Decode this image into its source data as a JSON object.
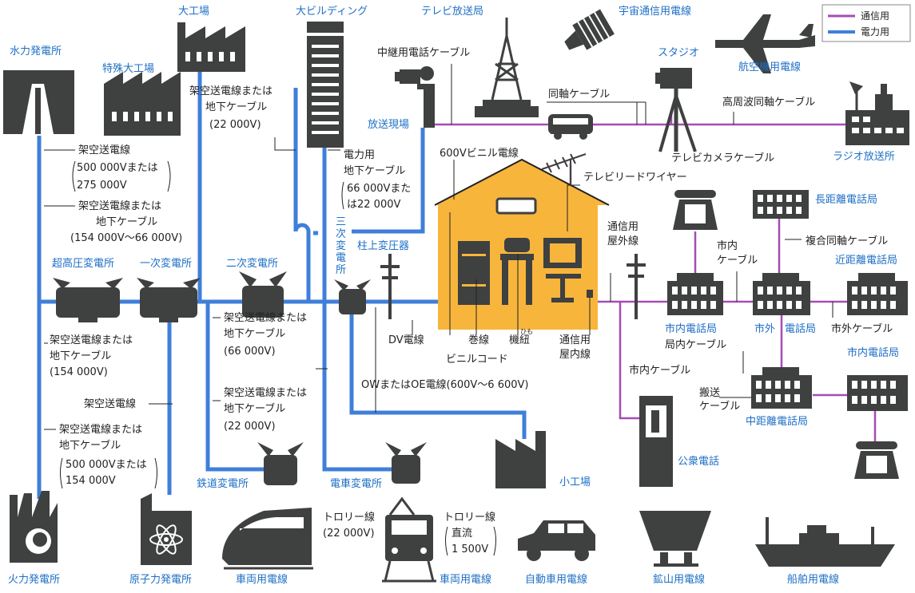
{
  "legend": {
    "comm": "通信用",
    "power": "電力用"
  },
  "colors": {
    "power": "#3f7fd9",
    "comm": "#a64bb6",
    "house": "#f7b53c",
    "icon": "#3f4040",
    "label_blue": "#1e6fc6"
  },
  "facilities": {
    "hydro": "水力発電所",
    "factory_big": "大工場",
    "building": "大ビルディング",
    "tv_station": "テレビ放送局",
    "space": "宇宙通信用電線",
    "studio": "スタジオ",
    "aircraft": "航空機用電線",
    "radio": "ラジオ放送所",
    "special_factory": "特殊大工場",
    "broadcast_site": "放送現場",
    "super_substation": "超高圧変電所",
    "primary_substation": "一次変電所",
    "secondary_substation": "二次変電所",
    "tertiary_substation": "三次変電所",
    "pole_transformer": "柱上変圧器",
    "long_exchange": "長距離電話局",
    "near_exchange": "近距離電話局",
    "city_exchange1": "市内電話局",
    "outer_exchange_a": "市外",
    "outer_exchange_b": "電話局",
    "city_exchange2": "市内電話局",
    "mid_exchange": "中距離電話局",
    "railway_substation": "鉄道変電所",
    "tram_substation": "電車変電所",
    "small_factory": "小工場",
    "public_phone": "公衆電話",
    "thermal": "火力発電所",
    "nuclear": "原子力発電所",
    "vehicle1": "車両用電線",
    "vehicle2": "車両用電線",
    "car": "自動車用電線",
    "mine": "鉱山用電線",
    "ship": "船舶用電線"
  },
  "labels": {
    "relay_cable": "中継用電話ケーブル",
    "coax": "同軸ケーブル",
    "hf_coax": "高周波同軸ケーブル",
    "camera_cable": "テレビカメラケーブル",
    "vinyl_600": "600Vビニル電線",
    "tv_lead": "テレビリードワイヤー",
    "comm_outdoor_1": "通信用",
    "comm_outdoor_2": "屋外線",
    "city_cable_1": "市内",
    "city_cable_2": "ケーブル",
    "composite_coax": "複合同軸ケーブル",
    "outer_cable": "市外ケーブル",
    "office_cable": "局内ケーブル",
    "city_cable_b": "市内ケーブル",
    "carrier_1": "搬送",
    "carrier_2": "ケーブル",
    "ow_oe": "OWまたはOE電線(600V～6 600V)",
    "dv": "DV電線",
    "magnet_wire": "巻線",
    "cord_ruby": "ひも",
    "cord": "機紐",
    "vinyl_cord": "ビニルコード",
    "comm_indoor_1": "通信用",
    "comm_indoor_2": "屋内線",
    "trolley1_1": "トロリー線",
    "trolley1_2": "(22 000V)",
    "trolley2_1": "トロリー線",
    "trolley2_2": "直流",
    "trolley2_3": "1 500V",
    "big_factory_cable_1": "架空送電線または",
    "big_factory_cable_2": "地下ケーブル",
    "big_factory_cable_3": "(22 000V)",
    "underground_1": "電力用",
    "underground_2": "地下ケーブル",
    "underground_3": "66 000Vまた",
    "underground_4": "は22 000V",
    "hydro_line_1": "架空送電線",
    "hydro_line_2": "500 000Vまたは",
    "hydro_line_3": "275 000V",
    "super_line_1": "架空送電線または",
    "super_line_2": "地下ケーブル",
    "super_line_3": "(154 000V～66 000V)",
    "prim_line_1": "架空送電線または",
    "prim_line_2": "地下ケーブル",
    "prim_line_3": "(154 000V)",
    "sec_line_1": "架空送電線または",
    "sec_line_2": "地下ケーブル",
    "sec_line_3": "(66 000V)",
    "sec_line_4": "架空送電線または",
    "sec_line_5": "地下ケーブル",
    "sec_line_6": "(22 000V)",
    "overhead": "架空送電線",
    "thermal_line_1": "架空送電線または",
    "thermal_line_2": "地下ケーブル",
    "thermal_line_3": "500 000Vまたは",
    "thermal_line_4": "154 000V",
    "vertical_1": "三",
    "vertical_2": "次",
    "vertical_3": "変",
    "vertical_4": "電",
    "vertical_5": "所"
  }
}
